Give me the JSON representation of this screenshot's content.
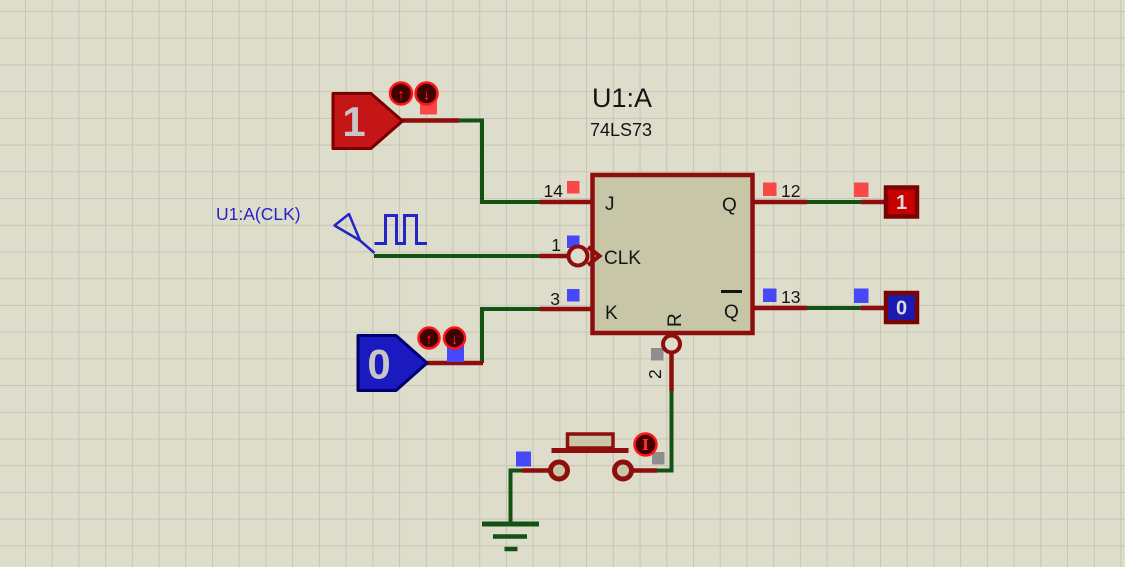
{
  "schematic": {
    "component": {
      "ref": "U1:A",
      "device": "74LS73"
    },
    "pins": {
      "j": {
        "label": "J",
        "number": "14"
      },
      "clk": {
        "label": "CLK",
        "number": "1"
      },
      "k": {
        "label": "K",
        "number": "3"
      },
      "r": {
        "label": "R",
        "number": "2"
      },
      "q": {
        "label": "Q",
        "number": "12"
      },
      "qbar": {
        "label": "Q",
        "number": "13"
      }
    },
    "logic_state_inputs": {
      "j": {
        "value": "1"
      },
      "k": {
        "value": "0"
      }
    },
    "clock_generator": {
      "label": "U1:A(CLK)"
    },
    "logic_probes": {
      "q": {
        "value": "1"
      },
      "qbar": {
        "value": "0"
      }
    },
    "controls": {
      "toggle_up": "↑",
      "toggle_down": "↓",
      "push": "I"
    }
  },
  "colors": {
    "state_high": "#f94848",
    "state_low": "#4848f9",
    "state_floating": "#8e8e8e",
    "wire_green": "#145214",
    "pin_red": "#8e0d0d",
    "chip_fill": "#c7c7a8",
    "chip_border": "#8e0d0d",
    "tag_high_fill": "#c41616",
    "tag_low_fill": "#1a1ac0",
    "probe_high_fill": "#c80000",
    "probe_low_fill": "#1a1ab4",
    "clock_blue": "#2424c8",
    "background": "#deddcc"
  }
}
